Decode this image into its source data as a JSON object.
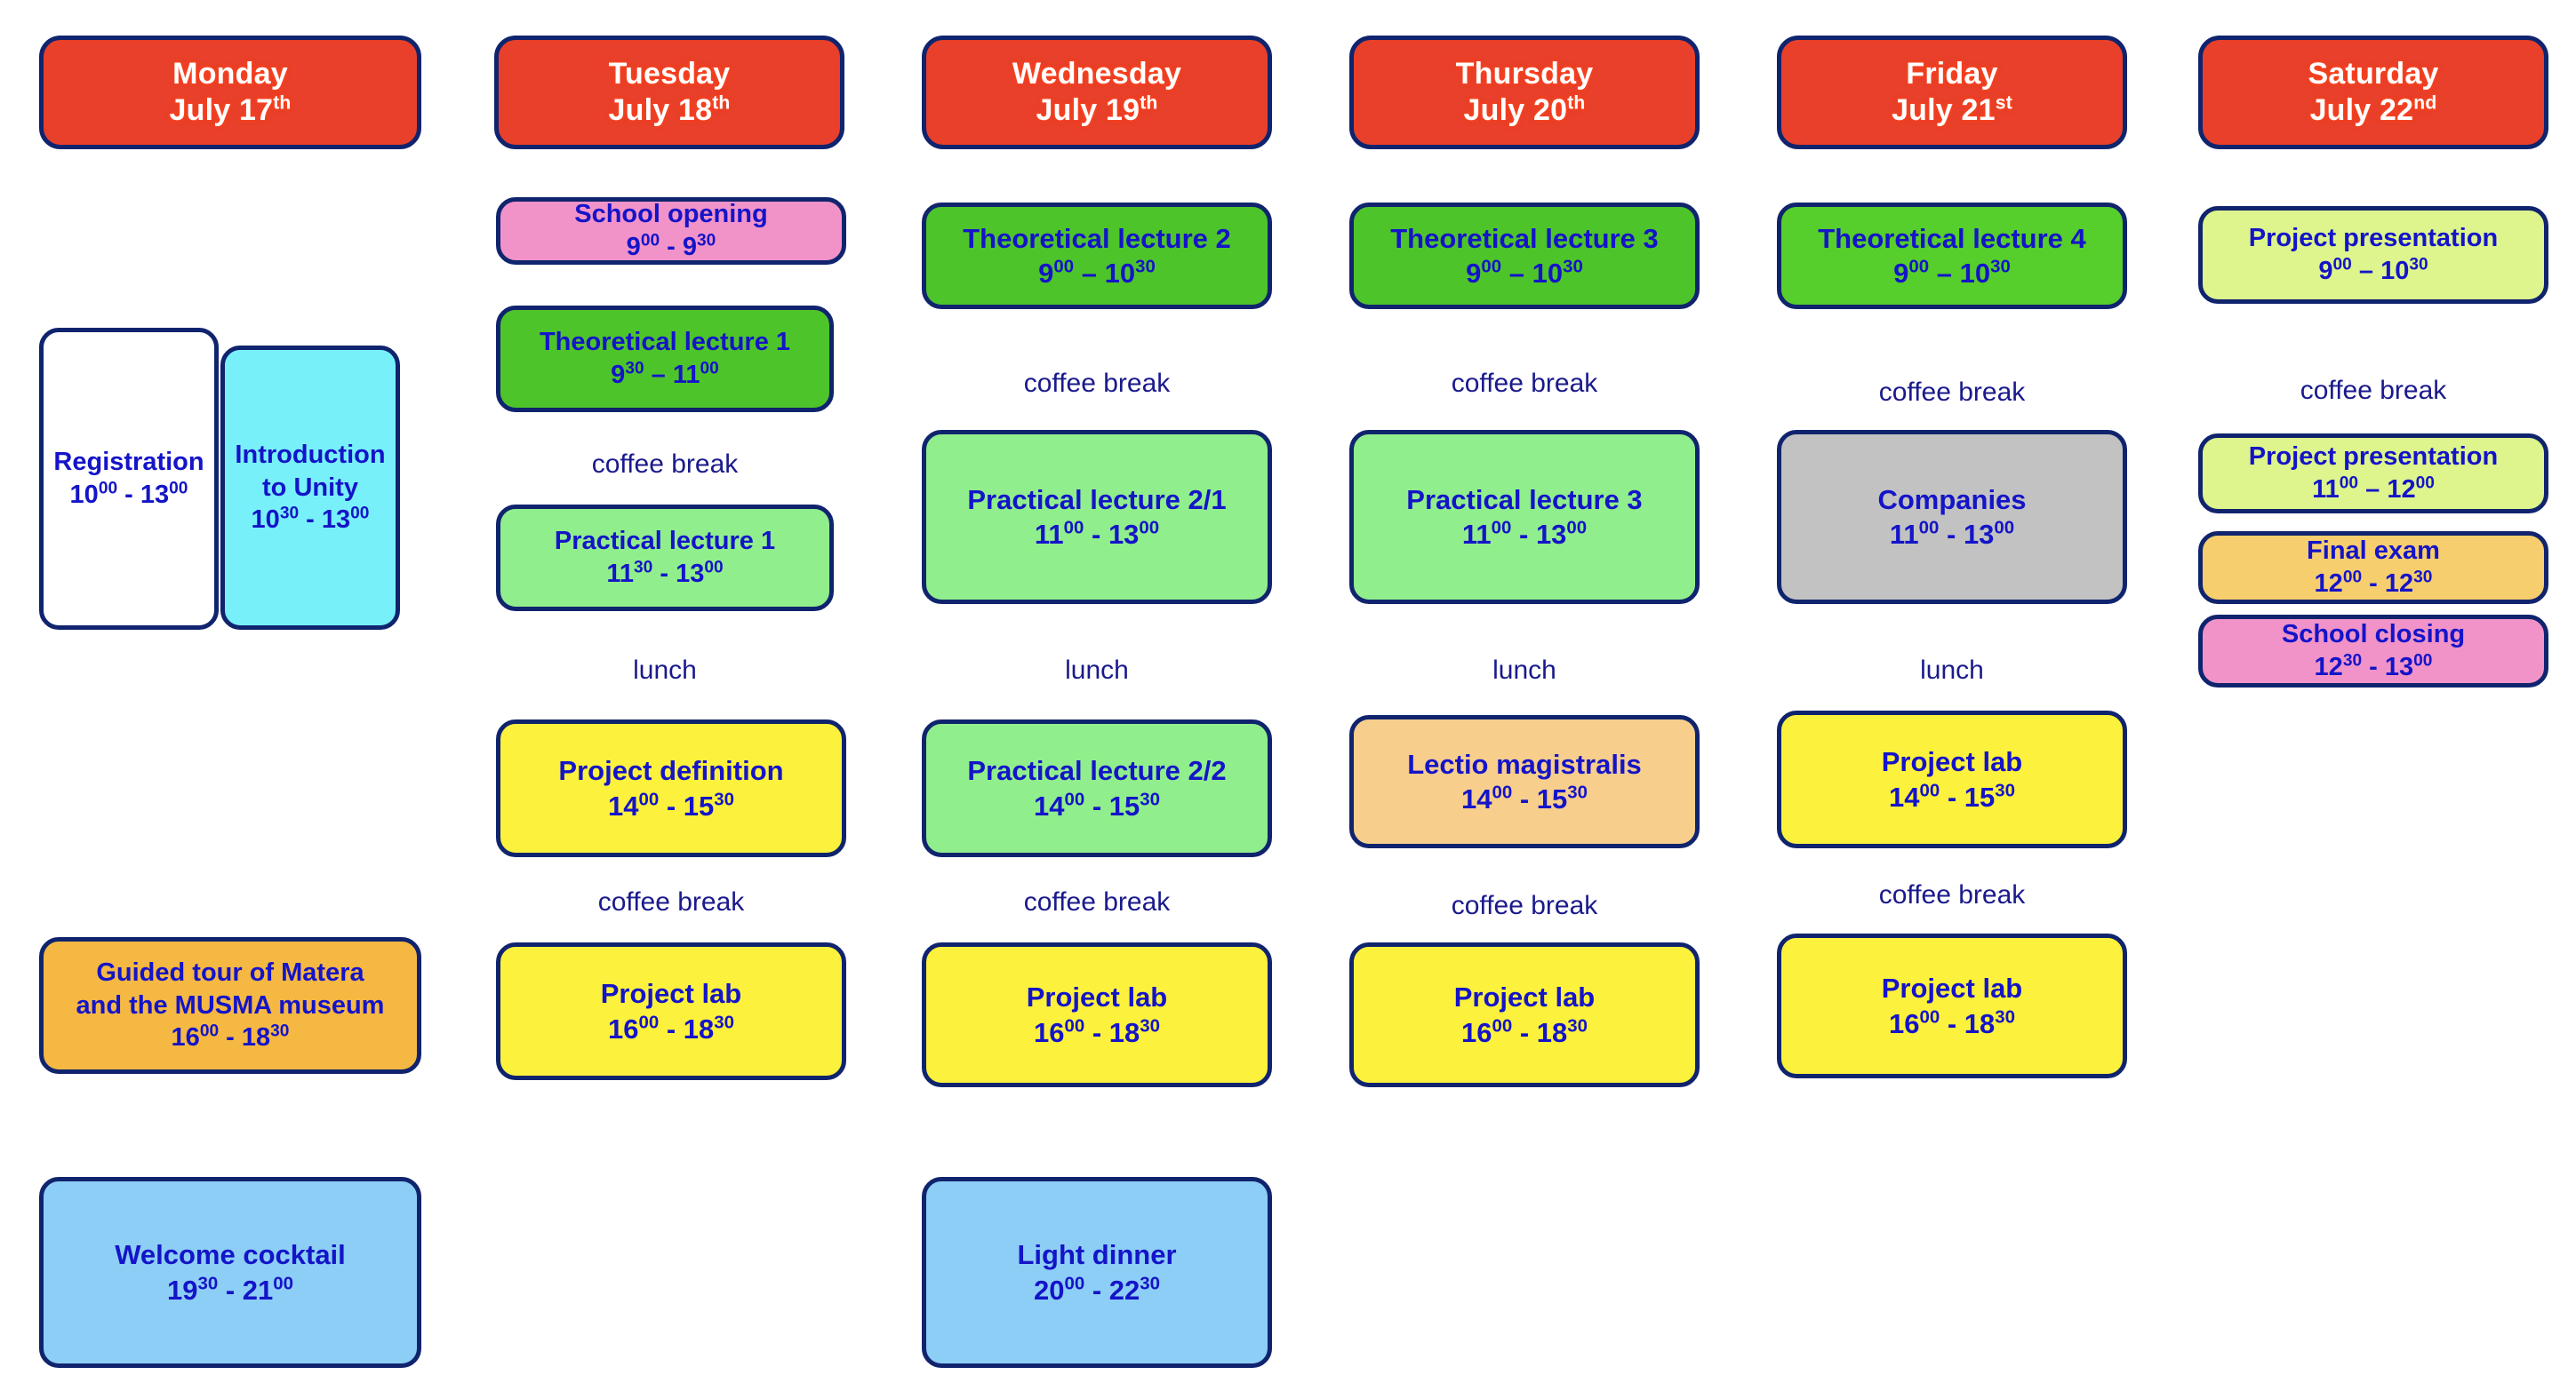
{
  "theme": {
    "header_bg": "#E8402A",
    "border": "#10246E",
    "text_blue": "#1414C8",
    "break_text": "#1A1A8C",
    "page_bg": "#FFFFFF"
  },
  "day_headers": [
    {
      "day": "Monday",
      "month": "July 17",
      "ordinal": "th"
    },
    {
      "day": "Tuesday",
      "month": "July 18",
      "ordinal": "th"
    },
    {
      "day": "Wednesday",
      "month": "July 19",
      "ordinal": "th"
    },
    {
      "day": "Thursday",
      "month": "July 20",
      "ordinal": "th"
    },
    {
      "day": "Friday",
      "month": "July 21",
      "ordinal": "st"
    },
    {
      "day": "Saturday",
      "month": "July 22",
      "ordinal": "nd"
    }
  ],
  "events": [
    {
      "id": "mon-registration",
      "title": "Registration",
      "start": "10",
      "start_min": "00",
      "dash": "-",
      "end": "13",
      "end_min": "00",
      "color": "#FFFFFF"
    },
    {
      "id": "mon-intro-unity",
      "title": "Introduction\nto Unity",
      "start": "10",
      "start_min": "30",
      "dash": "-",
      "end": "13",
      "end_min": "00",
      "color": "#78F0FA"
    },
    {
      "id": "mon-guided-tour",
      "title": "Guided tour of Matera\nand the MUSMA museum",
      "start": "16",
      "start_min": "00",
      "dash": "-",
      "end": "18",
      "end_min": "30",
      "color": "#F5B843"
    },
    {
      "id": "mon-welcome-cocktail",
      "title": "Welcome cocktail",
      "start": "19",
      "start_min": "30",
      "dash": "-",
      "end": "21",
      "end_min": "00",
      "color": "#8CCEF5"
    },
    {
      "id": "tue-school-opening",
      "title": "School opening",
      "start": "9",
      "start_min": "00",
      "dash": "-",
      "end": "9",
      "end_min": "30",
      "color": "#F193C8"
    },
    {
      "id": "tue-theo-1",
      "title": "Theoretical lecture 1",
      "start": "9",
      "start_min": "30",
      "dash": "–",
      "end": "11",
      "end_min": "00",
      "color": "#4EC42B"
    },
    {
      "id": "tue-prac-1",
      "title": "Practical lecture 1",
      "start": "11",
      "start_min": "30",
      "dash": "-",
      "end": "13",
      "end_min": "00",
      "color": "#90EE8C"
    },
    {
      "id": "tue-project-def",
      "title": "Project definition",
      "start": "14",
      "start_min": "00",
      "dash": "-",
      "end": "15",
      "end_min": "30",
      "color": "#FCF13C"
    },
    {
      "id": "tue-project-lab",
      "title": "Project lab",
      "start": "16",
      "start_min": "00",
      "dash": "-",
      "end": "18",
      "end_min": "30",
      "color": "#FCF13C"
    },
    {
      "id": "wed-theo-2",
      "title": "Theoretical lecture 2",
      "start": "9",
      "start_min": "00",
      "dash": "–",
      "end": "10",
      "end_min": "30",
      "color": "#4EC42B"
    },
    {
      "id": "wed-prac-2-1",
      "title": "Practical lecture 2/1",
      "start": "11",
      "start_min": "00",
      "dash": "-",
      "end": "13",
      "end_min": "00",
      "color": "#90EE8C"
    },
    {
      "id": "wed-prac-2-2",
      "title": "Practical lecture 2/2",
      "start": "14",
      "start_min": "00",
      "dash": "-",
      "end": "15",
      "end_min": "30",
      "color": "#90EE8C"
    },
    {
      "id": "wed-project-lab",
      "title": "Project lab",
      "start": "16",
      "start_min": "00",
      "dash": "-",
      "end": "18",
      "end_min": "30",
      "color": "#FCF13C"
    },
    {
      "id": "wed-light-dinner",
      "title": "Light dinner",
      "start": "20",
      "start_min": "00",
      "dash": "-",
      "end": "22",
      "end_min": "30",
      "color": "#8CCEF5"
    },
    {
      "id": "thu-theo-3",
      "title": "Theoretical lecture 3",
      "start": "9",
      "start_min": "00",
      "dash": "–",
      "end": "10",
      "end_min": "30",
      "color": "#4EC42B"
    },
    {
      "id": "thu-prac-3",
      "title": "Practical lecture 3",
      "start": "11",
      "start_min": "00",
      "dash": "-",
      "end": "13",
      "end_min": "00",
      "color": "#90EE8C"
    },
    {
      "id": "thu-lectio",
      "title": "Lectio magistralis",
      "start": "14",
      "start_min": "00",
      "dash": "-",
      "end": "15",
      "end_min": "30",
      "color": "#F7CE8C"
    },
    {
      "id": "thu-project-lab",
      "title": "Project lab",
      "start": "16",
      "start_min": "00",
      "dash": "-",
      "end": "18",
      "end_min": "30",
      "color": "#FCF13C"
    },
    {
      "id": "fri-theo-4",
      "title": "Theoretical lecture 4",
      "start": "9",
      "start_min": "00",
      "dash": "–",
      "end": "10",
      "end_min": "30",
      "color": "#56CE2B"
    },
    {
      "id": "fri-companies",
      "title": "Companies",
      "start": "11",
      "start_min": "00",
      "dash": "-",
      "end": "13",
      "end_min": "00",
      "color": "#C2C2C2"
    },
    {
      "id": "fri-project-lab-1",
      "title": "Project lab",
      "start": "14",
      "start_min": "00",
      "dash": "-",
      "end": "15",
      "end_min": "30",
      "color": "#FCF13C"
    },
    {
      "id": "fri-project-lab-2",
      "title": "Project lab",
      "start": "16",
      "start_min": "00",
      "dash": "-",
      "end": "18",
      "end_min": "30",
      "color": "#FCF13C"
    },
    {
      "id": "sat-presentation-1",
      "title": "Project presentation",
      "start": "9",
      "start_min": "00",
      "dash": "–",
      "end": "10",
      "end_min": "30",
      "color": "#DDF58C"
    },
    {
      "id": "sat-presentation-2",
      "title": "Project presentation",
      "start": "11",
      "start_min": "00",
      "dash": "–",
      "end": "12",
      "end_min": "00",
      "color": "#DDF58C"
    },
    {
      "id": "sat-final-exam",
      "title": "Final exam",
      "start": "12",
      "start_min": "00",
      "dash": "-",
      "end": "12",
      "end_min": "30",
      "color": "#F7CE6E"
    },
    {
      "id": "sat-school-closing",
      "title": "School closing",
      "start": "12",
      "start_min": "30",
      "dash": "-",
      "end": "13",
      "end_min": "00",
      "color": "#F193C8"
    }
  ],
  "breaks": [
    {
      "id": "tue-coffee-1",
      "label": "coffee break"
    },
    {
      "id": "tue-lunch",
      "label": "lunch"
    },
    {
      "id": "tue-coffee-2",
      "label": "coffee break"
    },
    {
      "id": "wed-coffee-1",
      "label": "coffee break"
    },
    {
      "id": "wed-lunch",
      "label": "lunch"
    },
    {
      "id": "wed-coffee-2",
      "label": "coffee break"
    },
    {
      "id": "thu-coffee-1",
      "label": "coffee break"
    },
    {
      "id": "thu-lunch",
      "label": "lunch"
    },
    {
      "id": "thu-coffee-2",
      "label": "coffee break"
    },
    {
      "id": "fri-coffee-1",
      "label": "coffee break"
    },
    {
      "id": "fri-lunch",
      "label": "lunch"
    },
    {
      "id": "fri-coffee-2",
      "label": "coffee break"
    },
    {
      "id": "sat-coffee-1",
      "label": "coffee break"
    }
  ]
}
